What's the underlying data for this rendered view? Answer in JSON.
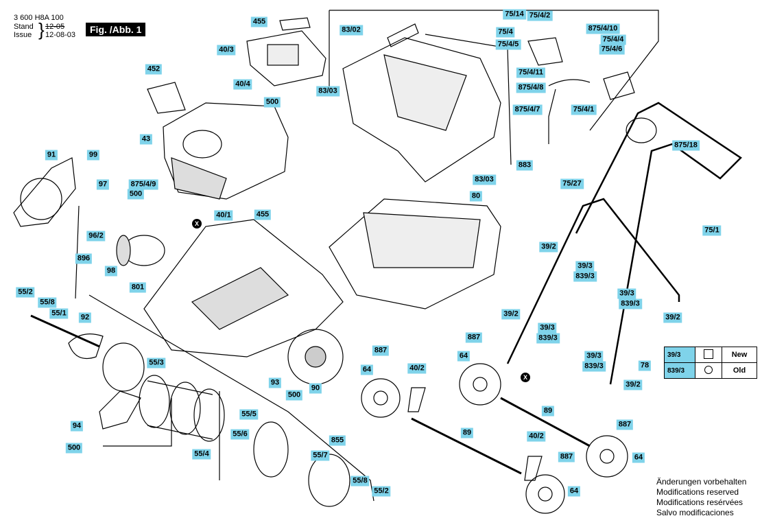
{
  "header": {
    "part_number": "3 600 H8A 100",
    "stand_label": "Stand",
    "stand_value": "12-05",
    "issue_label": "Issue",
    "issue_value": "12-08-03",
    "figure": "Fig. /Abb. 1"
  },
  "labels": [
    "455",
    "40/3",
    "452",
    "40/4",
    "500",
    "43",
    "83/02",
    "83/03",
    "883",
    "83/03",
    "75/14",
    "75/4/2",
    "75/4",
    "75/4/5",
    "875/4/10",
    "75/4/4",
    "75/4/6",
    "75/4/11",
    "875/4/8",
    "875/4/7",
    "75/4/1",
    "875/18",
    "91",
    "99",
    "97",
    "500",
    "875/4/9",
    "96/2",
    "896",
    "98",
    "801",
    "40/1",
    "455",
    "80",
    "75/27",
    "75/1",
    "39/2",
    "39/3",
    "839/3",
    "55/2",
    "55/8",
    "55/1",
    "92",
    "55/3",
    "93",
    "500",
    "90",
    "887",
    "64",
    "40/2",
    "887",
    "64",
    "39/2",
    "39/3",
    "839/3",
    "39/3",
    "839/3",
    "78",
    "39/2",
    "89",
    "89",
    "94",
    "500",
    "55/5",
    "55/6",
    "855",
    "55/4",
    "55/7",
    "55/8",
    "55/2",
    "40/2",
    "887",
    "64",
    "887",
    "64",
    "39/3",
    "839/3",
    "39/2"
  ],
  "legend": [
    {
      "code": "39/3",
      "word": "New",
      "symbol": "square"
    },
    {
      "code": "839/3",
      "word": "Old",
      "symbol": "circle"
    }
  ],
  "notes": [
    "Änderungen vorbehalten",
    "Modifications reserved",
    "Modifications resérvées",
    "Salvo modificaciones"
  ]
}
